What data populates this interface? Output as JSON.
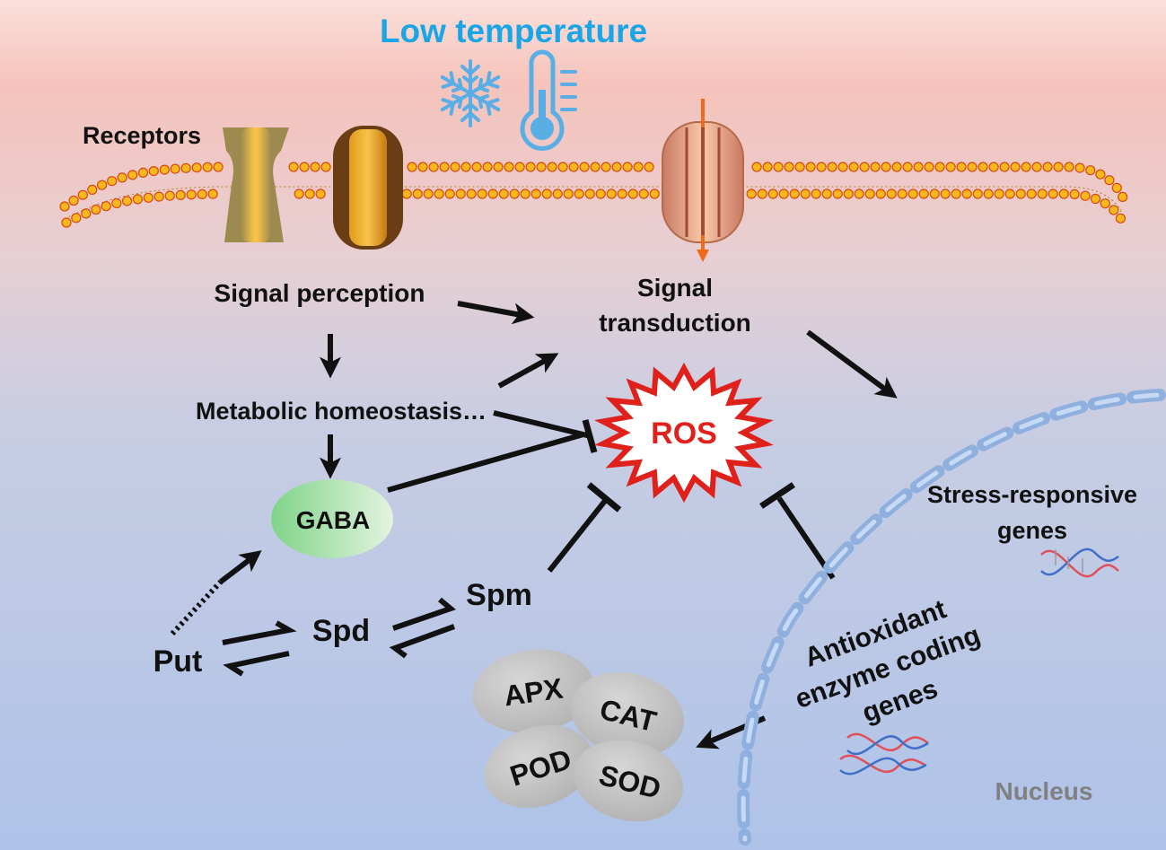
{
  "title": "Low temperature",
  "membrane": {
    "receptors_label": "Receptors"
  },
  "flow": {
    "signal_perception": "Signal perception",
    "signal_transduction_line1": "Signal",
    "signal_transduction_line2": "transduction",
    "metabolic_homeostasis": "Metabolic homeostasis…"
  },
  "ros": "ROS",
  "gaba": "GABA",
  "polyamines": {
    "put": "Put",
    "spd": "Spd",
    "spm": "Spm"
  },
  "nucleus": {
    "label": "Nucleus",
    "stress_genes_line1": "Stress-responsive",
    "stress_genes_line2": "genes",
    "antioxidant_line1": "Antioxidant",
    "antioxidant_line2": "enzyme coding",
    "antioxidant_line3": "genes"
  },
  "enzymes": {
    "apx": "APX",
    "cat": "CAT",
    "pod": "POD",
    "sod": "SOD"
  },
  "colors": {
    "title": "#1aa6e6",
    "ros_red": "#e0201a",
    "arrow_orange": "#f06a1a",
    "nucleus_gray": "#808080",
    "bg_top": "#f6c6bf",
    "bg_bottom": "#b3c6e8"
  },
  "icons": [
    "snowflake-icon",
    "thermometer-icon",
    "dna-icon"
  ]
}
